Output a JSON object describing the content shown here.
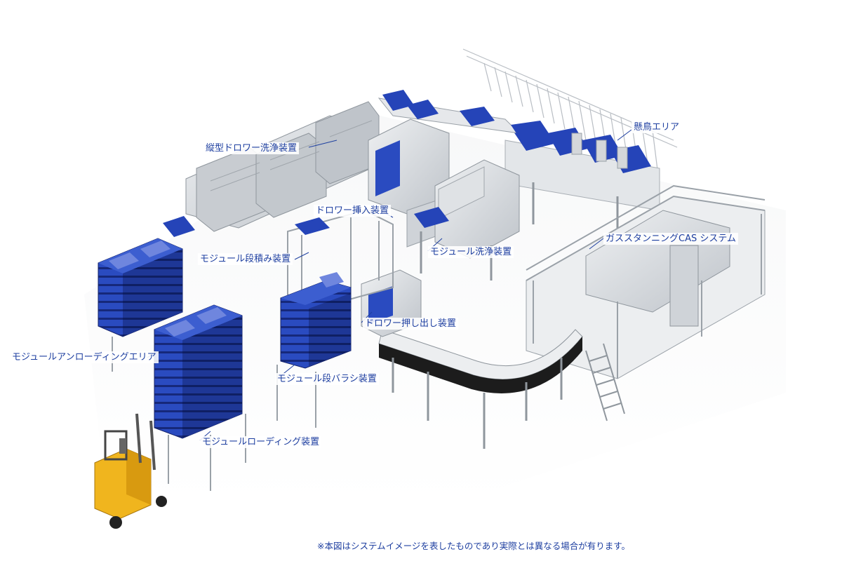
{
  "labels": {
    "vertical_drawer_washer": "縦型ドロワー洗浄装置",
    "shackle_area": "懸鳥エリア",
    "drawer_insertion": "ドロワー挿入装置",
    "module_stacker": "モジュール段積み装置",
    "module_washer": "モジュール洗浄装置",
    "gas_stunning": "ガススタンニングCAS システム",
    "drawer_pusher": "ドロワー押し出し装置",
    "module_unloading_area": "モジュールアンローディングエリア",
    "module_destacker": "モジュール段バラシ装置",
    "module_loading": "モジュールローディング装置"
  },
  "footnote": "※本図はシステムイメージを表したものであり実際とは異なる場合が有ります。",
  "colors": {
    "crate_blue": "#2544b8",
    "steel": "#d9dde2",
    "steel_dark": "#9aa1a8",
    "belt": "#1c1c1c",
    "forklift": "#f0b51e",
    "label_text": "#1e3fa0"
  }
}
